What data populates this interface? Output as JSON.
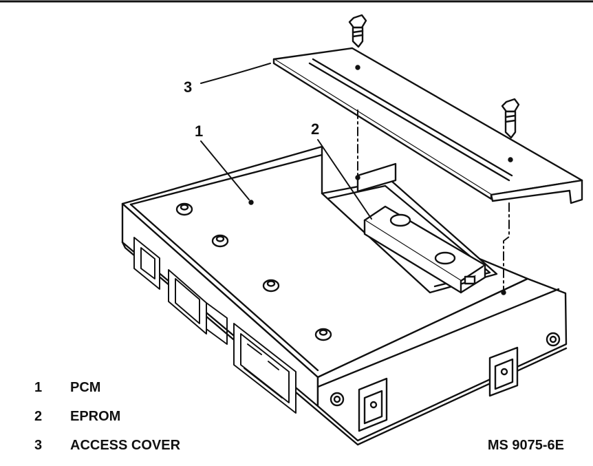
{
  "callouts": [
    {
      "number": "1"
    },
    {
      "number": "2"
    },
    {
      "number": "3"
    }
  ],
  "legend": [
    {
      "number": "1",
      "label": "PCM"
    },
    {
      "number": "2",
      "label": "EPROM"
    },
    {
      "number": "3",
      "label": "ACCESS COVER"
    }
  ],
  "figure_id": "MS 9075-6E"
}
